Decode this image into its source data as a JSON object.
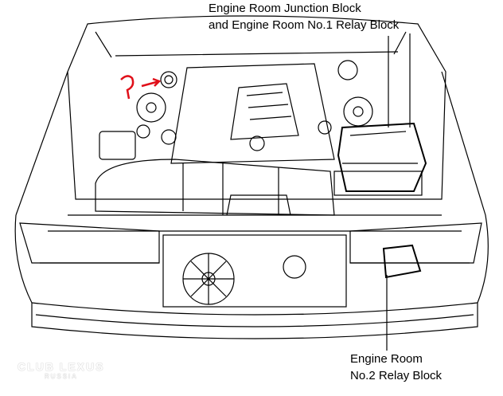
{
  "labels": {
    "junction_block_line1": "Engine Room Junction Block",
    "junction_block_line2": "and Engine Room No.1 Relay Block",
    "relay2_line1": "Engine Room",
    "relay2_line2": "No.2 Relay Block"
  },
  "annotation": {
    "mark": "?",
    "color": "#e0101a"
  },
  "watermark": {
    "line1": "CLUB LEXUS",
    "line2": "RUSSIA"
  }
}
